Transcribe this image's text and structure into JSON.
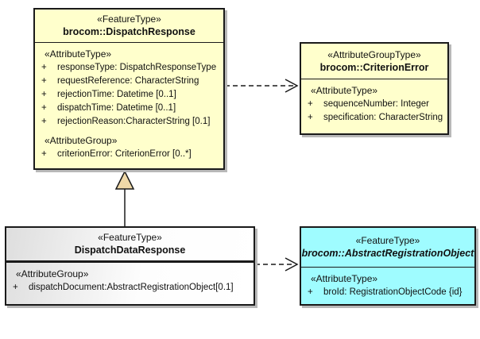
{
  "diagram": {
    "classes": [
      {
        "stereotype": "«FeatureType»",
        "name": "brocom::DispatchResponse",
        "fill": "#FFFFCC",
        "sections": [
          {
            "heading": "«AttributeType»",
            "attributes": [
              {
                "vis": "+",
                "text": "responseType: DispatchResponseType"
              },
              {
                "vis": "+",
                "text": "requestReference: CharacterString"
              },
              {
                "vis": "+",
                "text": "rejectionTime: Datetime [0..1]"
              },
              {
                "vis": "+",
                "text": "dispatchTime: Datetime [0..1]"
              },
              {
                "vis": "+",
                "text": "rejectionReason:CharacterString [0.1]"
              }
            ]
          },
          {
            "heading": "«AttributeGroup»",
            "attributes": [
              {
                "vis": "+",
                "text": "criterionError: CriterionError [0..*]"
              }
            ]
          }
        ]
      },
      {
        "stereotype": "«AttributeGroupType»",
        "name": "brocom::CriterionError",
        "fill": "#FFFFCC",
        "sections": [
          {
            "heading": "«AttributeType»",
            "attributes": [
              {
                "vis": "+",
                "text": "sequenceNumber: Integer"
              },
              {
                "vis": "+",
                "text": "specification: CharacterString"
              }
            ]
          }
        ]
      },
      {
        "stereotype": "«FeatureType»",
        "name": "DispatchDataResponse",
        "fill": "white-gray-gradient",
        "sections": [
          {
            "heading": "«AttributeGroup»",
            "attributes": [
              {
                "vis": "+",
                "text": "dispatchDocument:AbstractRegistrationObject[0.1]"
              }
            ]
          }
        ]
      },
      {
        "stereotype": "«FeatureType»",
        "name": "brocom::AbstractRegistrationObject",
        "name_style": "bold-italic",
        "fill": "#99FFFF",
        "sections": [
          {
            "heading": "«AttributeType»",
            "attributes": [
              {
                "vis": "+",
                "text": "broId: RegistrationObjectCode {id}"
              }
            ]
          }
        ]
      }
    ],
    "connectors": [
      {
        "type": "dependency",
        "from": "brocom::DispatchResponse",
        "to": "brocom::CriterionError",
        "line": "dashed",
        "arrowhead": "open"
      },
      {
        "type": "generalization",
        "from": "DispatchDataResponse",
        "to": "brocom::DispatchResponse",
        "line": "solid",
        "arrowhead": "triangle",
        "arrowhead_fill": "#F0D9A8"
      },
      {
        "type": "dependency",
        "from": "DispatchDataResponse",
        "to": "brocom::AbstractRegistrationObject",
        "line": "dashed",
        "arrowhead": "open"
      }
    ],
    "colors": {
      "class_fill_yellow": "#FFFFCC",
      "class_fill_cyan": "#99FFFF",
      "border": "#1A1A1A",
      "shadow": "#B8B8B8",
      "generalization_arrow_fill": "#F0D9A8"
    }
  }
}
